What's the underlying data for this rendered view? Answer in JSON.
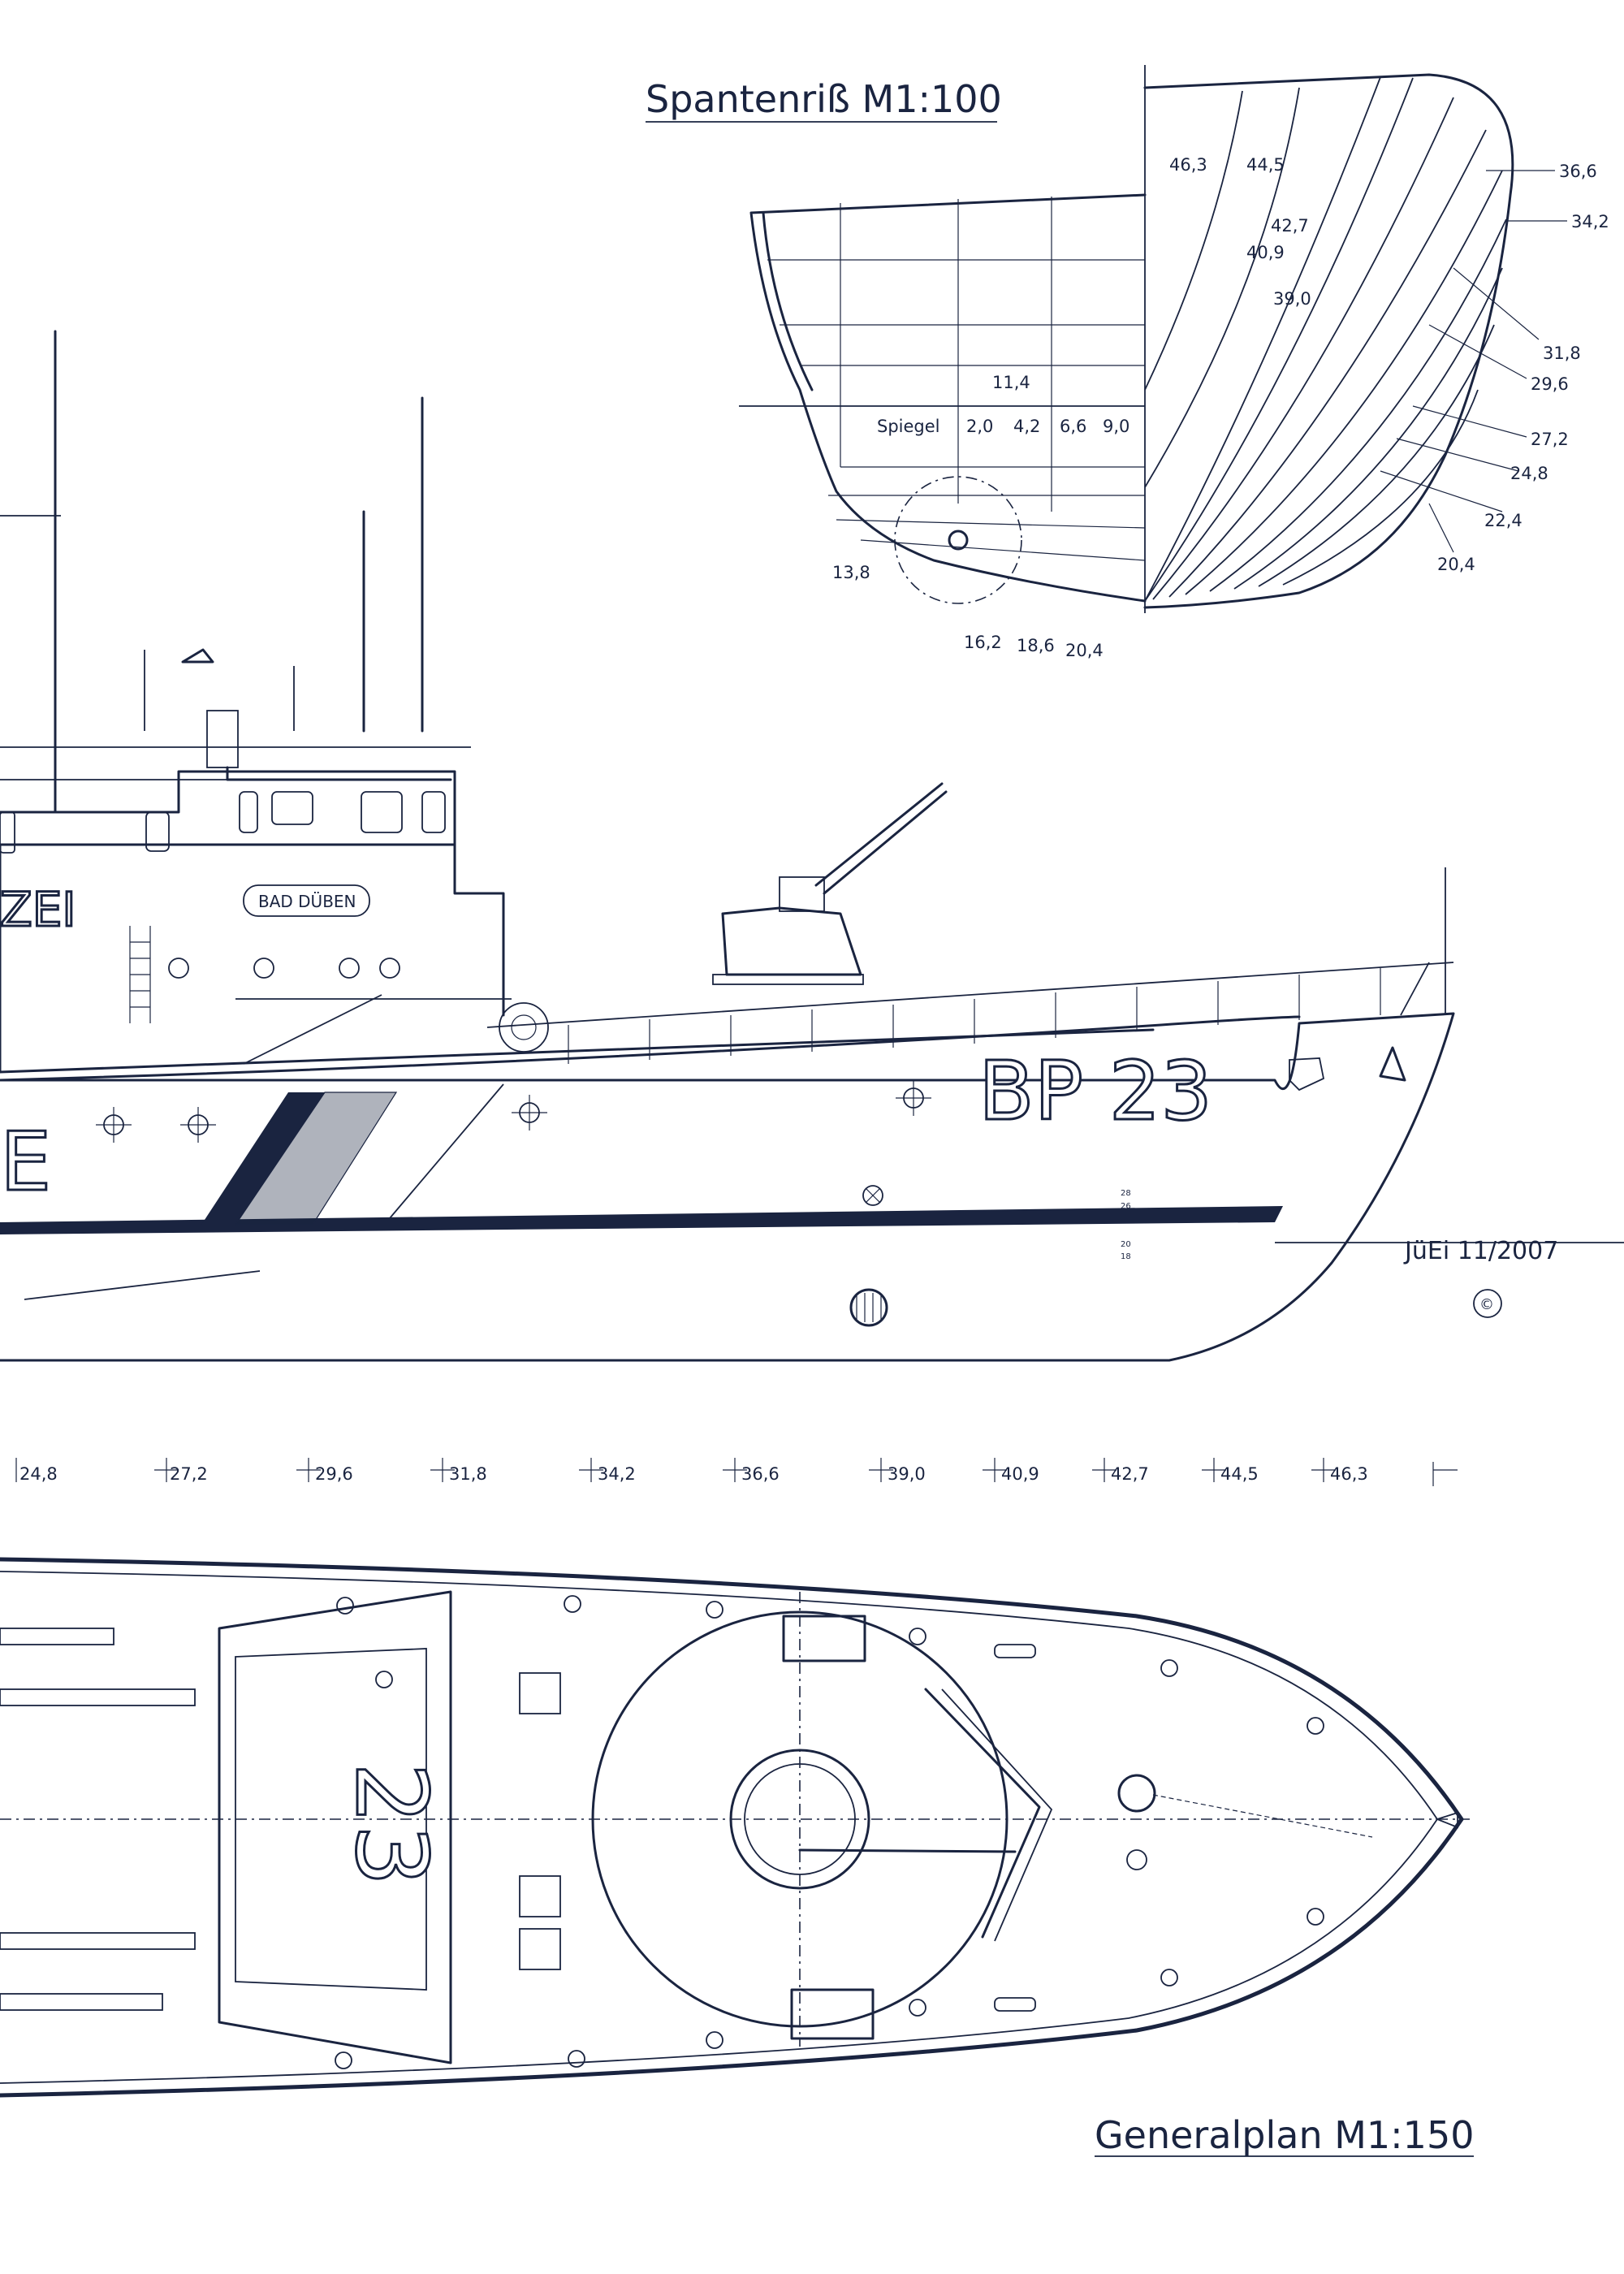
{
  "body_plan": {
    "title": "Spantenriß M1:100",
    "frames_right": [
      "46,3",
      "44,5",
      "42,7",
      "40,9",
      "39,0",
      "36,6",
      "34,2",
      "31,8",
      "29,6",
      "27,2",
      "24,8",
      "22,4",
      "20,4"
    ],
    "frames_left": [
      "11,4",
      "Spiegel",
      "2,0",
      "4,2",
      "6,6",
      "9,0",
      "13,8",
      "16,2",
      "18,6",
      "20,4"
    ]
  },
  "profile": {
    "hull_id": "BP 23",
    "ship_name": "BAD DÜBEN",
    "partial_text_left": "E",
    "partial_text_upper": "ZEI",
    "draft_marks": [
      "28",
      "26",
      "20",
      "18"
    ],
    "signature": "JüEi 11/2007",
    "copyright": "©"
  },
  "frame_scale": [
    "24,8",
    "27,2",
    "29,6",
    "31,8",
    "34,2",
    "36,6",
    "39,0",
    "40,9",
    "42,7",
    "44,5",
    "46,3"
  ],
  "general_plan": {
    "title": "Generalplan M1:150",
    "deck_number": "23"
  }
}
